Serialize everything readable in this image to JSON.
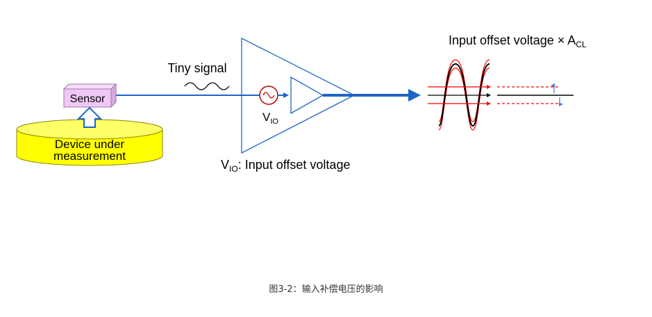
{
  "diagram": {
    "device_line1": "Device under",
    "device_line2": "measurement",
    "sensor_label": "Sensor",
    "tiny_signal_label": "Tiny signal",
    "vio_symbol": "V",
    "vio_subscript": "IO",
    "vio_definition_symbol": "V",
    "vio_definition_subscript": "IO",
    "vio_definition_text": ": Input offset voltage",
    "output_label_text": "Input offset voltage × A",
    "output_label_subscript": "CL"
  },
  "colors": {
    "device_fill": "#ffff00",
    "sensor_fill": "#f0c8f5",
    "signal_blue": "#1e64c8",
    "source_red": "#c00000",
    "offset_red": "#ff0000"
  },
  "caption": "图3-2：输入补偿电压的影响"
}
